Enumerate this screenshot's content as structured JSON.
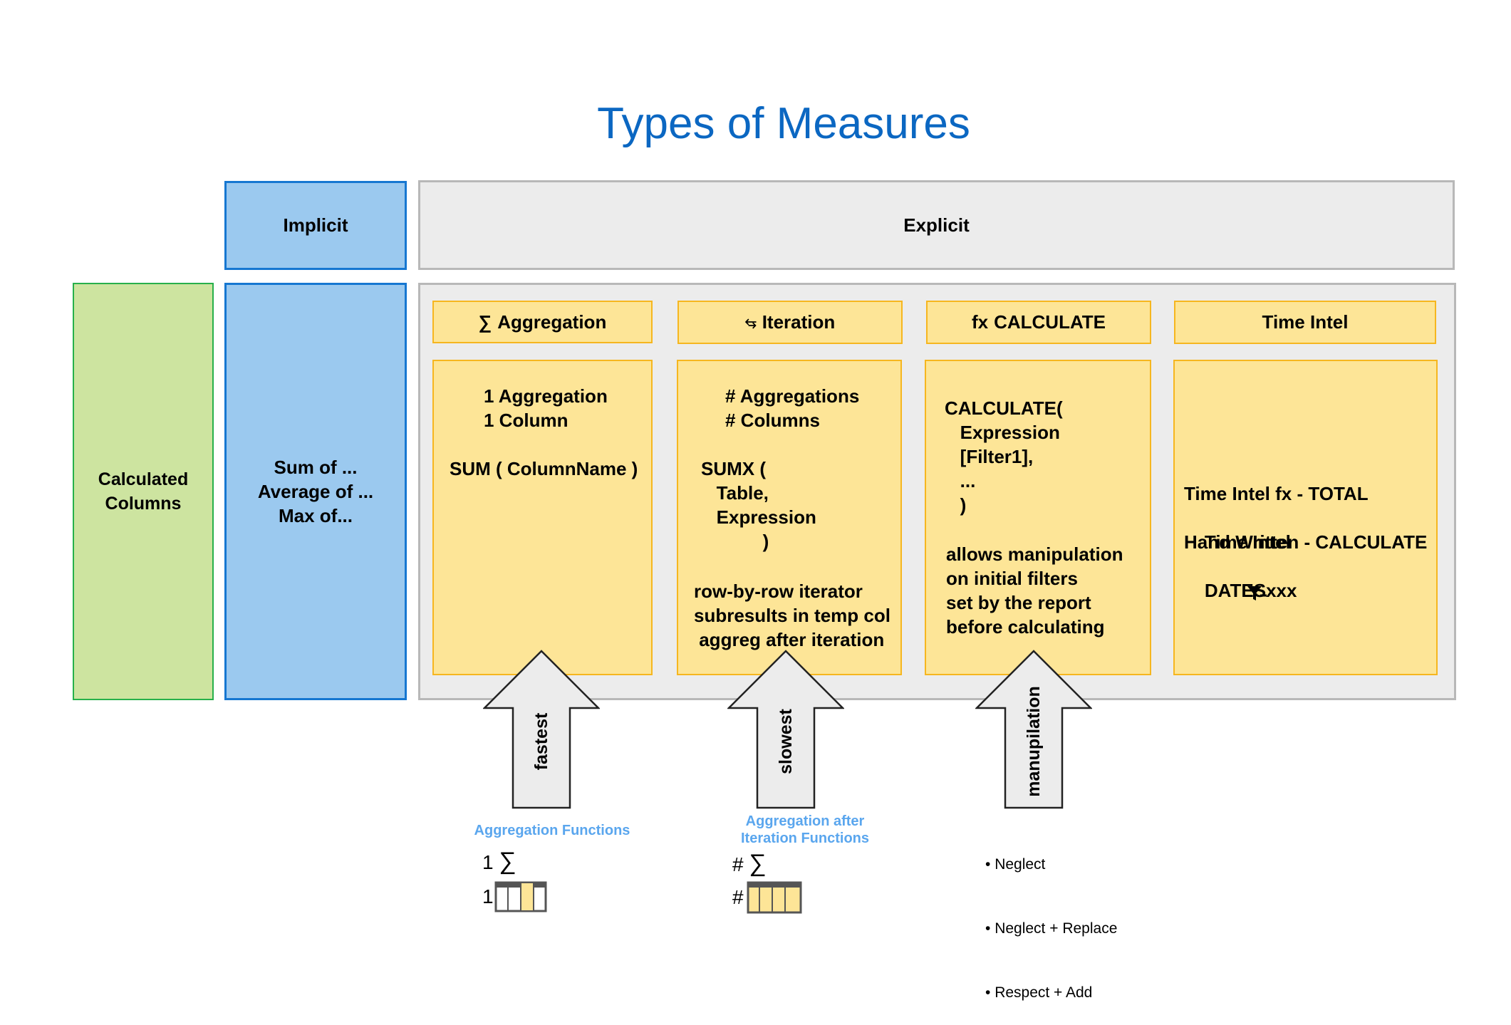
{
  "title": "Types of Measures",
  "header": {
    "implicit": "Implicit",
    "explicit": "Explicit"
  },
  "calculated_columns": "Calculated\nColumns",
  "implicit_body": "Sum of ...\nAverage of ...\nMax of...",
  "categories": [
    {
      "icon": "∑",
      "label": "Aggregation"
    },
    {
      "icon": "⥃",
      "label": "Iteration"
    },
    {
      "icon": "fx",
      "label": "CALCULATE"
    },
    {
      "icon": "",
      "label": "Time Intel"
    }
  ],
  "aggregation_body": {
    "line1": "1 Aggregation\n1 Column",
    "line2": "SUM ( ColumnName )"
  },
  "iteration_body": {
    "line1": "# Aggregations\n# Columns",
    "line2": "SUMX (\n   Table,\n   Expression\n            )",
    "line3": "row-by-row iterator\nsubresults in temp col\n aggreg after iteration"
  },
  "calculate_body": {
    "line1": "CALCULATE(\n   Expression\n   [Filter1],\n   ...\n   )",
    "line2": "allows manipulation\non initial filters\nset by the report\nbefore calculating"
  },
  "time_intel_body": {
    "line1": "Time Intel fx - TOTAL",
    "line2a": "Time Intel",
    "line2b": "DATESxxx",
    "line3": "Hand Written - CALCULATE"
  },
  "arrows": [
    "fastest",
    "slowest",
    "manupilation"
  ],
  "aggregation_functions": {
    "label": "Aggregation Functions",
    "row1": "1",
    "row2": "1"
  },
  "iteration_functions": {
    "label": "Aggregation after\nIteration Functions",
    "row1": "#",
    "row2": "#"
  },
  "manipulation_list": [
    "Neglect",
    "Neglect + Replace",
    "Respect + Add"
  ],
  "colors": {
    "title": "#0b67c2",
    "green": "#cde4a0",
    "blue": "#9bc9ef",
    "yellow": "#fde597",
    "orange_border": "#f6b61f",
    "grey": "#ececec",
    "label_blue": "#5aa6ee"
  }
}
